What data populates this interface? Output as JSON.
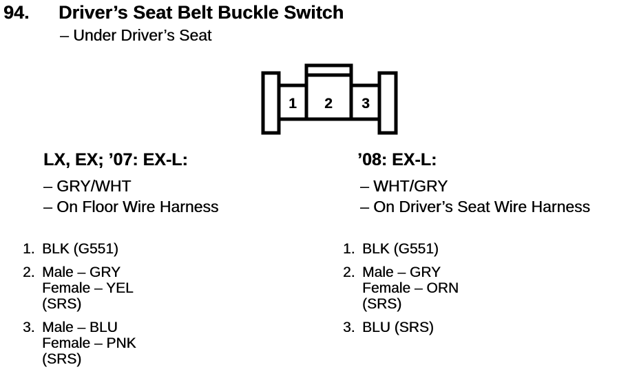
{
  "page": {
    "ink": "#000000",
    "paper": "#ffffff"
  },
  "header": {
    "number": "94.",
    "title": "Driver’s Seat Belt Buckle Switch",
    "subtitle": "– Under Driver’s Seat"
  },
  "connector": {
    "type": "3-cavity connector, front view",
    "pin_labels": [
      "1",
      "2",
      "3"
    ]
  },
  "columns": [
    {
      "heading": "LX, EX; ’07: EX-L:",
      "details": [
        "– GRY/WHT",
        "– On Floor Wire Harness"
      ],
      "pins": [
        {
          "num": "1.",
          "lines": [
            "BLK (G551)"
          ]
        },
        {
          "num": "2.",
          "lines": [
            "Male – GRY",
            "Female – YEL",
            "(SRS)"
          ]
        },
        {
          "num": "3.",
          "lines": [
            "Male – BLU",
            "Female – PNK",
            "(SRS)"
          ]
        }
      ]
    },
    {
      "heading": "’08: EX-L:",
      "details": [
        "– WHT/GRY",
        "– On Driver’s Seat Wire Harness"
      ],
      "pins": [
        {
          "num": "1.",
          "lines": [
            "BLK (G551)"
          ]
        },
        {
          "num": "2.",
          "lines": [
            "Male – GRY",
            "Female – ORN",
            "(SRS)"
          ]
        },
        {
          "num": "3.",
          "lines": [
            "BLU (SRS)"
          ]
        }
      ]
    }
  ]
}
